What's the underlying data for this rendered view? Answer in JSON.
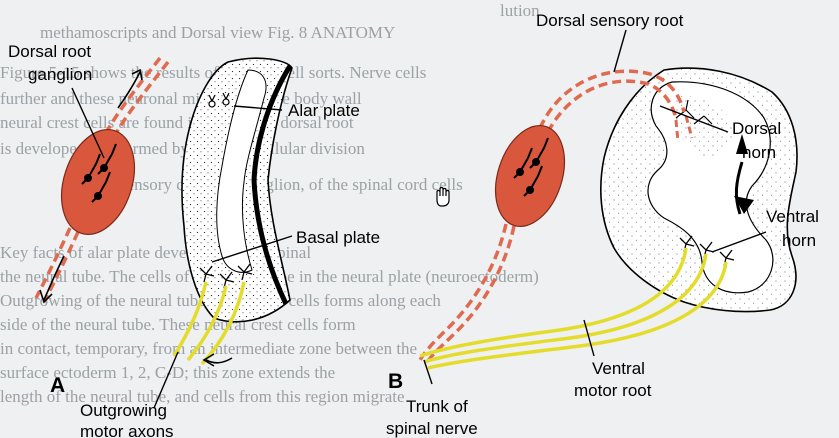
{
  "background_text": [
    "lution",
    "methamoscripts and Dorsal view Fig. 8 ANATOMY",
    "Figure 5-15 shows the results of specific cell sorts. Nerve cells",
    "further and these neuronal migrate into the body wall",
    "neural crest cells are found in the cranial dorsal root",
    "is developed and formed by repeated cellular division",
    "sensory cells in a ganglion, of the spinal cord cells",
    "Key facts of alar plate development for spinal",
    "the neural tube. The cells of the neural tube in the neural plate (neuroectoderm)",
    "Outgrowing of the neural tube, a group of cells forms along each",
    "side of the neural tube. These neural crest cells form",
    "in contact, temporary, from an intermediate zone between the",
    "surface ectoderm 1, 2, C-D; this zone extends the",
    "length of the neural tube, and cells from this region migrate"
  ],
  "labels": {
    "dorsal_root_ganglion_1": "Dorsal root",
    "dorsal_root_ganglion_2": "ganglion",
    "alar_plate": "Alar plate",
    "basal_plate": "Basal plate",
    "outgrowing_1": "Outgrowing",
    "outgrowing_2": "motor axons",
    "dorsal_sensory_root": "Dorsal sensory root",
    "dorsal_horn_1": "Dorsal",
    "dorsal_horn_2": "horn",
    "ventral_horn_1": "Ventral",
    "ventral_horn_2": "horn",
    "ventral_motor_root_1": "Ventral",
    "ventral_motor_root_2": "motor root",
    "trunk_1": "Trunk of",
    "trunk_2": "spinal nerve",
    "panel_a": "A",
    "panel_b": "B"
  },
  "colors": {
    "ganglion_fill": "#d9583d",
    "nerve_dash": "#e06a4f",
    "motor_axon": "#f2ec3a",
    "cell_body": "#000000",
    "outline": "#000000"
  },
  "icons": {
    "cursor": "hand-cursor-icon"
  }
}
